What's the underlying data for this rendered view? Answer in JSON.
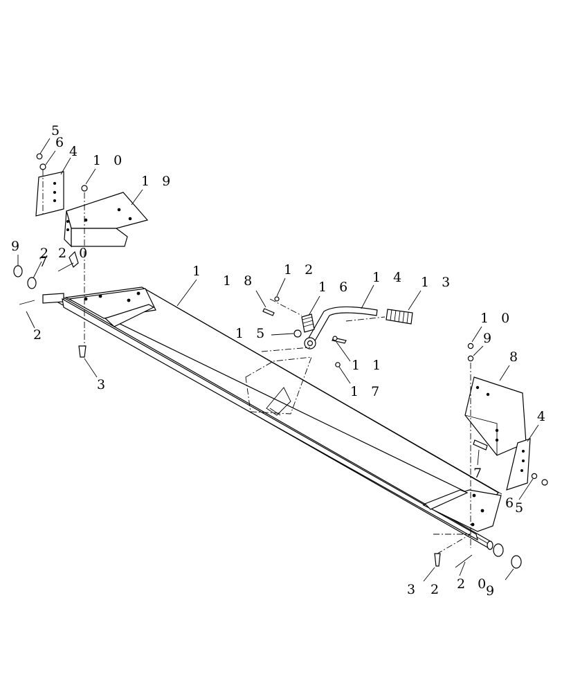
{
  "callouts": [
    {
      "id": "c1",
      "label": "1"
    },
    {
      "id": "c2a",
      "label": "2"
    },
    {
      "id": "c2b",
      "label": "2"
    },
    {
      "id": "c2c",
      "label": "2"
    },
    {
      "id": "c3a",
      "label": "3"
    },
    {
      "id": "c3b",
      "label": "3"
    },
    {
      "id": "c4a",
      "label": "4"
    },
    {
      "id": "c4b",
      "label": "4"
    },
    {
      "id": "c5a",
      "label": "5"
    },
    {
      "id": "c5b",
      "label": "5"
    },
    {
      "id": "c6a",
      "label": "6"
    },
    {
      "id": "c6b",
      "label": "6"
    },
    {
      "id": "c7a",
      "label": "7"
    },
    {
      "id": "c7b",
      "label": "7"
    },
    {
      "id": "c8",
      "label": "8"
    },
    {
      "id": "c9a",
      "label": "9"
    },
    {
      "id": "c9b",
      "label": "9"
    },
    {
      "id": "c9c",
      "label": "9"
    },
    {
      "id": "c10a",
      "label": "1 0"
    },
    {
      "id": "c10b",
      "label": "1 0"
    },
    {
      "id": "c11",
      "label": "1 1"
    },
    {
      "id": "c12",
      "label": "1 2"
    },
    {
      "id": "c13",
      "label": "1 3"
    },
    {
      "id": "c14",
      "label": "1 4"
    },
    {
      "id": "c15",
      "label": "1 5"
    },
    {
      "id": "c16",
      "label": "1 6"
    },
    {
      "id": "c17",
      "label": "1 7"
    },
    {
      "id": "c18",
      "label": "1 8"
    },
    {
      "id": "c19",
      "label": "1 9"
    },
    {
      "id": "c20a",
      "label": "2 0"
    },
    {
      "id": "c20b",
      "label": "2 0"
    }
  ]
}
